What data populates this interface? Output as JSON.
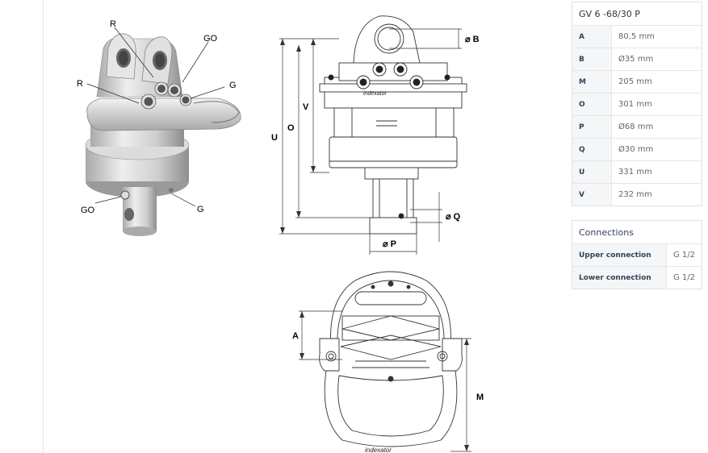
{
  "callouts": {
    "r_top": "R",
    "go_top": "GO",
    "r_left": "R",
    "g_right": "G",
    "go_bottom": "GO",
    "g_bottom": "G"
  },
  "dimensions": {
    "b": "⌀ B",
    "u": "U",
    "o": "O",
    "v": "V",
    "q": "⌀ Q",
    "p": "⌀ P",
    "a": "A",
    "m": "M"
  },
  "brand_marks": {
    "side": "indexator",
    "bottom": "indexator"
  },
  "spec_table": {
    "title": "GV 6 -68/30 P",
    "rows": [
      {
        "key": "A",
        "value": "80,5 mm"
      },
      {
        "key": "B",
        "value": "Ø35 mm"
      },
      {
        "key": "M",
        "value": "205 mm"
      },
      {
        "key": "O",
        "value": "301 mm"
      },
      {
        "key": "P",
        "value": "Ø68 mm"
      },
      {
        "key": "Q",
        "value": "Ø30 mm"
      },
      {
        "key": "U",
        "value": "331 mm"
      },
      {
        "key": "V",
        "value": "232 mm"
      }
    ]
  },
  "connections": {
    "title": "Connections",
    "rows": [
      {
        "key": "Upper connection",
        "value": "G 1/2"
      },
      {
        "key": "Lower connection",
        "value": "G 1/2"
      }
    ]
  },
  "colors": {
    "accent": "#34425a",
    "line": "#333333",
    "fill": "#d9d9d9"
  }
}
